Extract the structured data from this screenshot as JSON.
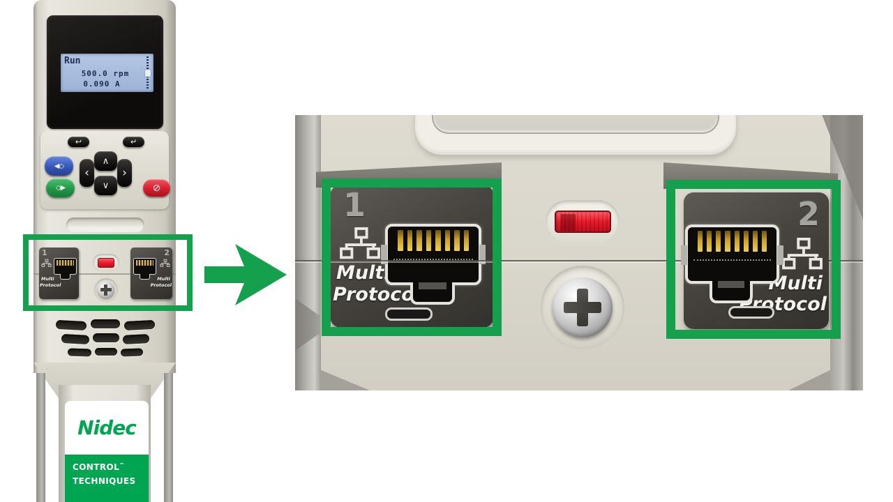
{
  "drive": {
    "lcd": {
      "status": "Run",
      "speed": "500.0 rpm",
      "current": "0.090 A"
    },
    "keypad": {
      "back_icon": "↩",
      "enter_icon": "↵",
      "up_icon": "∧",
      "down_icon": "∨",
      "left_icon": "‹",
      "right_icon": "›",
      "reverse_icon": "◀◇",
      "run_icon": "◇▶",
      "stop_icon": "⊘"
    },
    "ports": {
      "port1_number": "1",
      "port2_number": "2",
      "multi": "Multi",
      "protocol": "Protocol"
    },
    "branding": {
      "logo": "Nidec",
      "company_line1": "CONTROL",
      "trademark": "™",
      "company_line2": "TECHNIQUES"
    }
  },
  "callout": {
    "port1": {
      "number": "1",
      "label_line1": "Multi",
      "label_line2": "Protocol"
    },
    "port2": {
      "number": "2",
      "label_line1": "Multi",
      "label_line2": "Protocol"
    }
  },
  "colors": {
    "highlight_green": "#14A04C",
    "brand_green": "#00A551",
    "led_red": "#EA1A2B",
    "stop_red": "#D6202E",
    "run_green": "#1F9447",
    "reverse_blue": "#3353B4",
    "lcd_background": "#A6BBDC",
    "lcd_text": "#1D2B55",
    "body_beige": "#DCD9CE",
    "panel_dark": "#3B3935"
  }
}
